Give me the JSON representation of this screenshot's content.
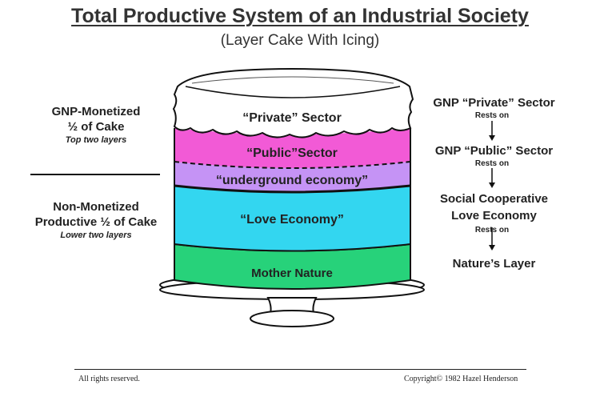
{
  "title": "Total Productive System of an Industrial Society",
  "subtitle": "(Layer Cake With Icing)",
  "cake_layers": [
    {
      "label": "“Private” Sector",
      "color": "#ffffff"
    },
    {
      "label": "“Public”Sector",
      "color": "#f25ad6"
    },
    {
      "label": "“underground economy”",
      "color": "#c593f5"
    },
    {
      "label": "“Love Economy”",
      "color": "#33d6f0"
    },
    {
      "label": "Mother Nature",
      "color": "#27d27a"
    }
  ],
  "left": {
    "top_main_1": "GNP-Monetized",
    "top_main_2": "½ of Cake",
    "top_sub": "Top two layers",
    "bottom_main_1": "Non-Monetized",
    "bottom_main_2": "Productive ½ of Cake",
    "bottom_sub": "Lower two layers"
  },
  "right": {
    "item1": "GNP “Private” Sector",
    "item2": "GNP “Public” Sector",
    "item3_line1": "Social Cooperative",
    "item3_line2": "Love Economy",
    "item4": "Nature’s Layer",
    "rests_on": "Rests on"
  },
  "footer": {
    "left": "All rights reserved.",
    "right": "Copyright© 1982 Hazel Henderson"
  }
}
